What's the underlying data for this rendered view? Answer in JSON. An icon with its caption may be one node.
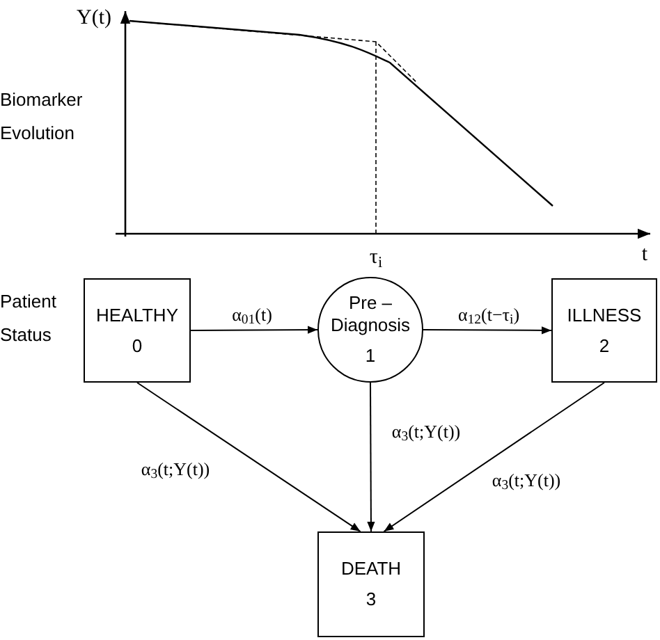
{
  "diagram": {
    "nodes": [
      {
        "text": [
          "HEALTHY",
          "0"
        ]
      },
      {
        "text": [
          "Pre – Diagnosis",
          "1"
        ]
      },
      {
        "text": [
          "ILLNESS",
          "2"
        ]
      },
      {
        "text": [
          "DEATH",
          "3"
        ]
      }
    ],
    "edges": [
      {
        "from": 0,
        "to": 1,
        "arrow": "to",
        "label": "α$_{01}$(t)"
      },
      {
        "from": 1,
        "to": 2,
        "arrow": "to",
        "label": "α$_{12}$(t−τ$_{i}$)"
      },
      {
        "from": 0,
        "to": 3,
        "arrow": "to",
        "label": "α$_{3}$(t;Y(t))"
      },
      {
        "from": 1,
        "to": 3,
        "arrow": "to",
        "label": "α$_{3}$(t;Y(t))"
      },
      {
        "from": 2,
        "to": 3,
        "arrow": "to",
        "label": "α$_{3}$(t;Y(t))"
      }
    ],
    "labels": [
      "Y(t)",
      "Biomarker Evolution",
      "τ$_{i}$",
      "t",
      "Patient Status"
    ]
  }
}
